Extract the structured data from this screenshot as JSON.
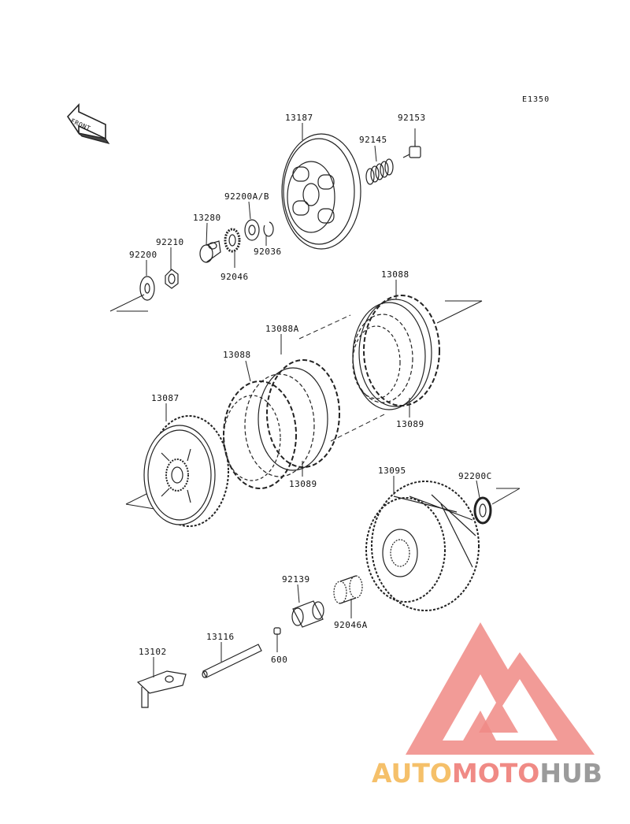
{
  "diagram": {
    "code": "E1350",
    "front_arrow": "FRONT",
    "labels": {
      "p13187": "13187",
      "p92153": "92153",
      "p92145": "92145",
      "p92200ab": "92200A/B",
      "p13280": "13280",
      "p92210": "92210",
      "p92200": "92200",
      "p92036": "92036",
      "p92046": "92046",
      "p13088_top": "13088",
      "p13088a": "13088A",
      "p13088_mid": "13088",
      "p13087": "13087",
      "p13089_right": "13089",
      "p13089_mid": "13089",
      "p13095": "13095",
      "p92200c": "92200C",
      "p92139": "92139",
      "p92046a": "92046A",
      "p13116": "13116",
      "p13102": "13102",
      "p600": "600"
    }
  },
  "watermark": {
    "part1": "AUTO",
    "part2": "MOTO",
    "part3": "HUB",
    "colors": {
      "auto": "#f5c06a",
      "moto": "#f08a85",
      "hub": "#9b9b9b",
      "triangle": "#f08a85"
    }
  }
}
